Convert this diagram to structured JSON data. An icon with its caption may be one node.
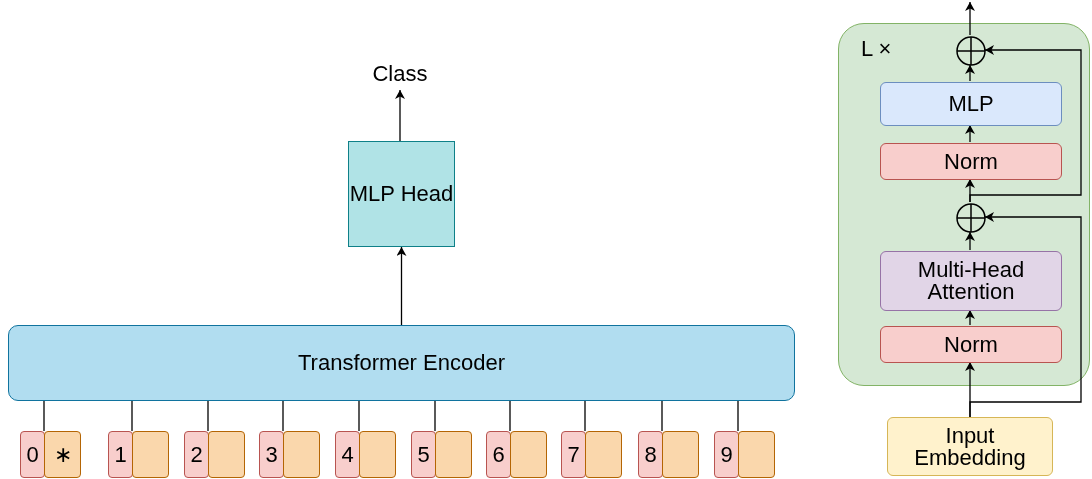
{
  "diagram": {
    "nodes": [
      {
        "text": [
          "Class"
        ]
      },
      {
        "text": [
          "MLP Head"
        ]
      },
      {
        "text": [
          "Transformer Encoder"
        ]
      },
      {
        "text": [
          "0"
        ]
      },
      {
        "text": [
          "∗"
        ]
      },
      {
        "text": [
          "1"
        ]
      },
      {
        "text": [],
        "shape": "box"
      },
      {
        "text": [
          "2"
        ]
      },
      {
        "text": [],
        "shape": "box"
      },
      {
        "text": [
          "3"
        ]
      },
      {
        "text": [],
        "shape": "box"
      },
      {
        "text": [
          "4"
        ]
      },
      {
        "text": [],
        "shape": "box"
      },
      {
        "text": [
          "5"
        ]
      },
      {
        "text": [],
        "shape": "box"
      },
      {
        "text": [
          "6"
        ]
      },
      {
        "text": [],
        "shape": "box"
      },
      {
        "text": [
          "7"
        ]
      },
      {
        "text": [],
        "shape": "box"
      },
      {
        "text": [
          "8"
        ]
      },
      {
        "text": [],
        "shape": "box"
      },
      {
        "text": [
          "9"
        ]
      },
      {
        "text": [],
        "shape": "box"
      },
      {
        "text": [
          "L ×"
        ]
      },
      {
        "text": [],
        "shape": "circle",
        "in": 23
      },
      {
        "text": [
          "MLP"
        ],
        "in": 23
      },
      {
        "text": [
          "Norm"
        ],
        "in": 23
      },
      {
        "text": [],
        "shape": "circle",
        "in": 23
      },
      {
        "text": [
          "Multi-Head Attention"
        ],
        "in": 23
      },
      {
        "text": [
          "Norm"
        ],
        "in": 23
      },
      {
        "text": [
          "Input Embedding"
        ]
      }
    ],
    "edges": [
      {
        "from": 1,
        "to": 0,
        "arrow": "to"
      },
      {
        "from": 2,
        "to": 1,
        "arrow": "to"
      },
      {
        "from": 2,
        "to": 3,
        "arrow": "none"
      },
      {
        "from": 2,
        "to": 5,
        "arrow": "none"
      },
      {
        "from": 2,
        "to": 7,
        "arrow": "none"
      },
      {
        "from": 2,
        "to": 9,
        "arrow": "none"
      },
      {
        "from": 2,
        "to": 11,
        "arrow": "none"
      },
      {
        "from": 2,
        "to": 13,
        "arrow": "none"
      },
      {
        "from": 2,
        "to": 15,
        "arrow": "none"
      },
      {
        "from": 2,
        "to": 17,
        "arrow": "none"
      },
      {
        "from": 2,
        "to": 19,
        "arrow": "none"
      },
      {
        "from": 2,
        "to": 21,
        "arrow": "none"
      },
      {
        "from": 30,
        "to": 29,
        "arrow": "to"
      },
      {
        "from": 29,
        "to": 28,
        "arrow": "to"
      },
      {
        "from": 28,
        "to": 27,
        "arrow": "to"
      },
      {
        "from": 27,
        "to": 26,
        "arrow": "to"
      },
      {
        "from": 26,
        "to": 25,
        "arrow": "to"
      },
      {
        "from": 25,
        "to": 24,
        "arrow": "to"
      },
      {
        "from": 24,
        "to": null,
        "arrow": "to"
      },
      {
        "from": 30,
        "to": 27,
        "arrow": "to"
      },
      {
        "from": 27,
        "to": 24,
        "arrow": "to"
      }
    ]
  }
}
